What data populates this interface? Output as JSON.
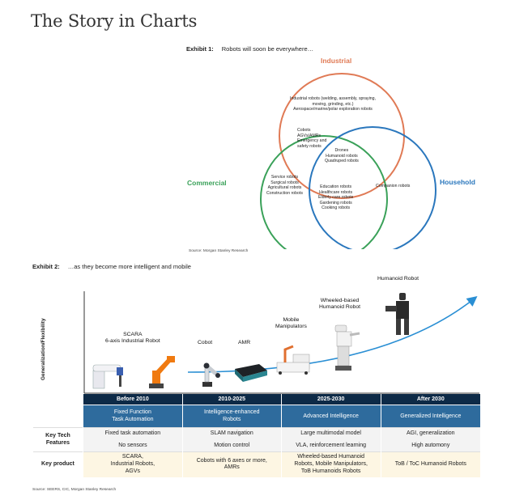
{
  "page_title": "The Story in Charts",
  "exhibit1": {
    "label": "Exhibit 1:",
    "caption": "Robots will soon be everywhere…",
    "sets": {
      "industrial": {
        "label": "Industrial",
        "color": "#e07a55"
      },
      "commercial": {
        "label": "Commercial",
        "color": "#3aa159"
      },
      "household": {
        "label": "Household",
        "color": "#2a77bd"
      }
    },
    "regions": {
      "industrial_only": [
        "Industrial robots (welding, assembly, spraying,",
        "moving, grinding, etc.)",
        "Aerospace/marine/polar exploration robots"
      ],
      "industrial_commercial": [
        "Cobots",
        "AGVs/AMRs",
        "Emergency and",
        "safety robots"
      ],
      "all_three": [
        "Drones",
        "Humanoid robots",
        "Quadruped robots"
      ],
      "commercial_only": [
        "Service robots",
        "Surgical robots",
        "Agricultural robots",
        "Construction robots"
      ],
      "commercial_household": [
        "Education robots",
        "Healthcare robots",
        "Elderly care robots",
        "Gardening robots",
        "Cooking robots"
      ],
      "household_only": [
        "Companion robots"
      ]
    },
    "source": "Source: Morgan Stanley Research"
  },
  "exhibit2": {
    "label": "Exhibit 2:",
    "caption": "…as they become more intelligent and mobile",
    "y_axis_label": "Generalization/Flexibility",
    "curve_color": "#2a8fd4",
    "stages": [
      {
        "id": "scara",
        "label": "SCARA\n6-axis Industrial Robot"
      },
      {
        "id": "cobot",
        "label": "Cobot"
      },
      {
        "id": "amr",
        "label": "AMR"
      },
      {
        "id": "mobile",
        "label": "Mobile\nManipulators"
      },
      {
        "id": "wheeled",
        "label": "Wheeled-based\nHumanoid Robot"
      },
      {
        "id": "humanoid",
        "label": "Humanoid Robot"
      }
    ]
  },
  "roadmap": {
    "eras": [
      "Before 2010",
      "2010-2025",
      "2025-2030",
      "After 2030"
    ],
    "stages": [
      "Fixed Function\nTask Automation",
      "Intelligence-enhanced\nRobots",
      "Advanced Intelligence",
      "Generalized Intelligence"
    ],
    "key_tech_label": "Key Tech\nFeatures",
    "key_tech": [
      [
        "Fixed task automation",
        "SLAM navigation",
        "Large multimodal model",
        "AGI, generalization"
      ],
      [
        "No sensors",
        "Motion control",
        "VLA, reinforcement learning",
        "High automony"
      ]
    ],
    "key_product_label": "Key product",
    "key_product": [
      "SCARA,\nIndustrial Robots,\nAGVs",
      "Cobots with 6 axes or more,\nAMRs",
      "Wheeled-based Humanoid\nRobots, Mobile Manipulators,\nToB Humanoids Robots",
      "ToB / ToC Humanoid Robots"
    ],
    "colors": {
      "era_bg": "#0d2a47",
      "stage_bg": "#2e6b9d",
      "tech_bg": "#f3f3f3",
      "product_bg": "#fdf6e3"
    }
  },
  "source": "Source: SEERS, CIC, Morgan Stanley Research"
}
